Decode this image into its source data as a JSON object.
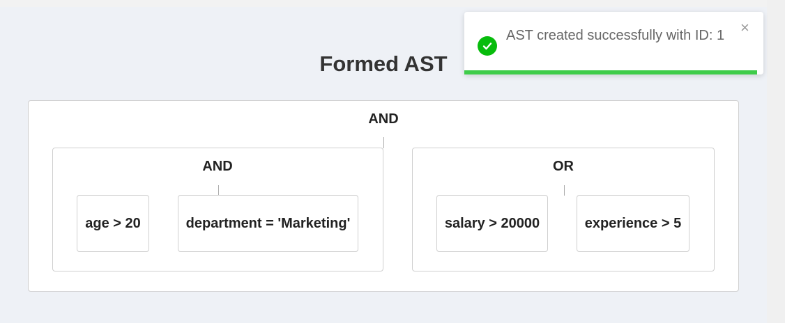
{
  "title": "Formed AST",
  "ast": {
    "root": "AND",
    "left": {
      "op": "AND",
      "left": "age > 20",
      "right": "department = 'Marketing'"
    },
    "right": {
      "op": "OR",
      "left": "salary > 20000",
      "right": "experience > 5"
    }
  },
  "toast": {
    "message": "AST created successfully with ID: 1",
    "close": "×",
    "icon": "check-circle-icon",
    "progress": 0.98,
    "colors": {
      "success": "#07bc0c",
      "progress": "#3fcc4a"
    }
  }
}
